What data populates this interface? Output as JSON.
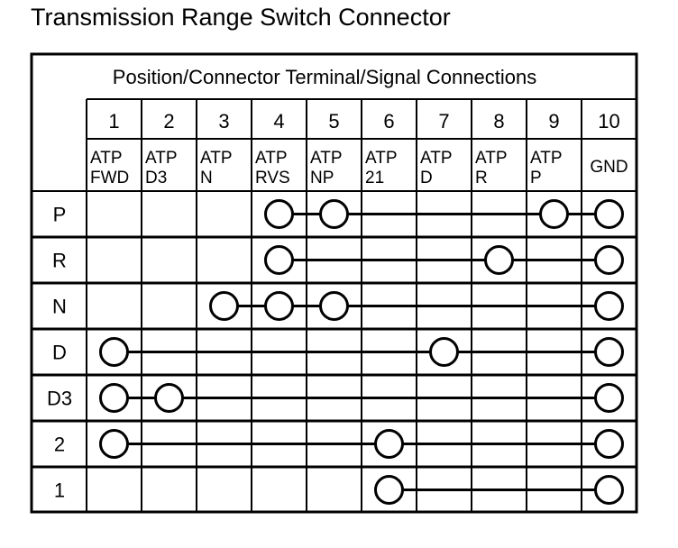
{
  "title": "Transmission Range Switch Connector",
  "header": "Position/Connector Terminal/Signal Connections",
  "terminals": [
    {
      "num": "1",
      "signal": [
        "ATP",
        "FWD"
      ]
    },
    {
      "num": "2",
      "signal": [
        "ATP",
        "D3"
      ]
    },
    {
      "num": "3",
      "signal": [
        "ATP",
        "N"
      ]
    },
    {
      "num": "4",
      "signal": [
        "ATP",
        "RVS"
      ]
    },
    {
      "num": "5",
      "signal": [
        "ATP",
        "NP"
      ]
    },
    {
      "num": "6",
      "signal": [
        "ATP",
        "21"
      ]
    },
    {
      "num": "7",
      "signal": [
        "ATP",
        "D"
      ]
    },
    {
      "num": "8",
      "signal": [
        "ATP",
        "R"
      ]
    },
    {
      "num": "9",
      "signal": [
        "ATP",
        "P"
      ]
    },
    {
      "num": "10",
      "signal": [
        "GND"
      ]
    }
  ],
  "positions": [
    {
      "label": "P",
      "connected": [
        4,
        5,
        9,
        10
      ]
    },
    {
      "label": "R",
      "connected": [
        4,
        8,
        10
      ]
    },
    {
      "label": "N",
      "connected": [
        3,
        4,
        5,
        10
      ]
    },
    {
      "label": "D",
      "connected": [
        1,
        7,
        10
      ]
    },
    {
      "label": "D3",
      "connected": [
        1,
        2,
        10
      ]
    },
    {
      "label": "2",
      "connected": [
        1,
        6,
        10
      ]
    },
    {
      "label": "1",
      "connected": [
        6,
        10
      ]
    }
  ]
}
